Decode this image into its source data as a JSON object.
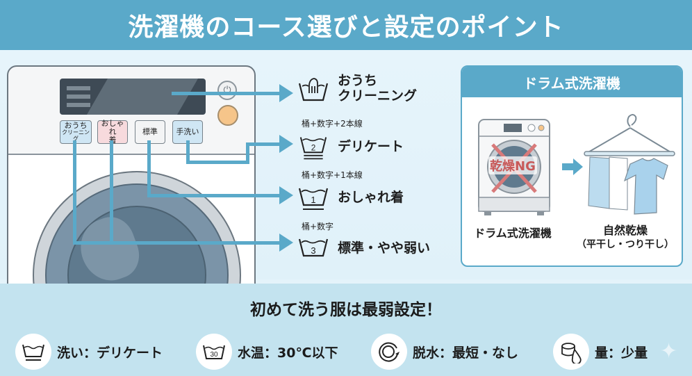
{
  "header": {
    "title": "洗濯機のコース選びと設定のポイント"
  },
  "machine": {
    "buttons": [
      {
        "label": "おうち",
        "sub": "クリーニング",
        "color": "#cfe6f4"
      },
      {
        "label": "おしゃれ",
        "sub": "着",
        "color": "#f7dadd"
      },
      {
        "label": "標準",
        "sub": "",
        "color": "#f3f4f5"
      },
      {
        "label": "手洗い",
        "sub": "",
        "color": "#cfe6f4"
      }
    ],
    "power_icon": "⏻"
  },
  "symbols": [
    {
      "caption": "",
      "label_line1": "おうち",
      "label_line2": "クリーニング",
      "icon": "hand-wash-icon",
      "number": ""
    },
    {
      "caption": "桶+数字+2本線",
      "label_line1": "デリケート",
      "label_line2": "",
      "icon": "wash-tub-2-lines-icon",
      "number": "2"
    },
    {
      "caption": "桶+数字+1本線",
      "label_line1": "おしゃれ着",
      "label_line2": "",
      "icon": "wash-tub-1-line-icon",
      "number": "1"
    },
    {
      "caption": "桶+数字",
      "label_line1": "標準・やや弱い",
      "label_line2": "",
      "icon": "wash-tub-icon",
      "number": "3"
    }
  ],
  "drum_panel": {
    "title": "ドラム式洗濯機",
    "ng_label": "乾燥NG",
    "left_caption": "ドラム式洗濯機",
    "right_caption": "自然乾燥",
    "right_sub": "（平干し・つり干し）"
  },
  "bottom": {
    "heading": "初めて洗う服は最弱設定！",
    "tips": [
      {
        "icon": "wash-tub-icon",
        "text": "洗い：デリケート"
      },
      {
        "icon": "water-temp-30-icon",
        "text": "水温：30℃以下",
        "icon_text": "30"
      },
      {
        "icon": "spin-icon",
        "text": "脱水：最短・なし"
      },
      {
        "icon": "detergent-icon",
        "text": "量：少量"
      }
    ]
  },
  "colors": {
    "accent": "#5aa9c9",
    "header_bg": "#5aa9c9",
    "bottom_bg": "#c3e3ef",
    "ng_red": "#d87a7a"
  }
}
